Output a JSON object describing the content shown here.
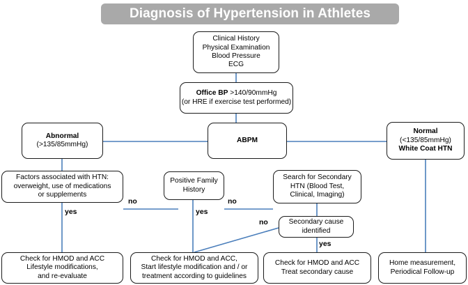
{
  "title": "Diagnosis of Hypertension in Athletes",
  "colors": {
    "banner_bg": "#a9a9a9",
    "banner_text": "#ffffff",
    "node_border": "#1a1a1a",
    "node_bg": "#ffffff",
    "connector": "#4a7ebb",
    "text": "#000000"
  },
  "nodes": {
    "initial_workup": {
      "lines": [
        {
          "text": "Clinical History",
          "bold": false
        },
        {
          "text": "Physical Examination",
          "bold": false
        },
        {
          "text": "Blood Pressure",
          "bold": false
        },
        {
          "text": "ECG",
          "bold": false
        }
      ]
    },
    "office_bp": {
      "lines": [
        {
          "text": "Office BP >140/90mmHg",
          "bold": false
        },
        {
          "text": "(or HRE if exercise test performed)",
          "bold": false
        }
      ],
      "line1_bold_prefix": "Office BP",
      "line1_rest": " >140/90mmHg"
    },
    "abnormal": {
      "lines": [
        {
          "text": "Abnormal",
          "bold": true
        },
        {
          "text": "(>135/85mmHg)",
          "bold": false
        }
      ]
    },
    "abpm": {
      "lines": [
        {
          "text": "ABPM",
          "bold": true
        }
      ]
    },
    "normal": {
      "lines": [
        {
          "text": "Normal",
          "bold": true
        },
        {
          "text": "(<135/85mmHg)",
          "bold": false
        },
        {
          "text": "White Coat HTN",
          "bold": true
        }
      ]
    },
    "factors_htn": {
      "lines": [
        {
          "text": "Factors associated with HTN:",
          "bold": false
        },
        {
          "text": "overweight, use of medications",
          "bold": false
        },
        {
          "text": "or supplements",
          "bold": false
        }
      ]
    },
    "family_history": {
      "lines": [
        {
          "text": "Positive Family",
          "bold": false
        },
        {
          "text": "History",
          "bold": false
        }
      ]
    },
    "secondary_search": {
      "lines": [
        {
          "text": "Search for Secondary",
          "bold": false
        },
        {
          "text": "HTN (Blood Test,",
          "bold": false
        },
        {
          "text": "Clinical, Imaging)",
          "bold": false
        }
      ]
    },
    "secondary_identified": {
      "lines": [
        {
          "text": "Secondary cause",
          "bold": false
        },
        {
          "text": "identified",
          "bold": false
        }
      ]
    },
    "outcome_lifestyle": {
      "lines": [
        {
          "text": "Check for HMOD and ACC",
          "bold": false
        },
        {
          "text": "Lifestyle modifications,",
          "bold": false
        },
        {
          "text": "and re-evaluate",
          "bold": false
        }
      ]
    },
    "outcome_guidelines": {
      "lines": [
        {
          "text": "Check for HMOD and ACC,",
          "bold": false
        },
        {
          "text": "Start lifestyle modification and / or",
          "bold": false
        },
        {
          "text": "treatment according to guidelines",
          "bold": false
        }
      ]
    },
    "outcome_treat_secondary": {
      "lines": [
        {
          "text": "Check for HMOD and ACC",
          "bold": false
        },
        {
          "text": "Treat secondary cause",
          "bold": false
        }
      ]
    },
    "outcome_home": {
      "lines": [
        {
          "text": "Home measurement,",
          "bold": false
        },
        {
          "text": "Periodical Follow-up",
          "bold": false
        }
      ]
    }
  },
  "edge_labels": {
    "factors_no": "no",
    "factors_yes": "yes",
    "family_no": "no",
    "family_yes": "yes",
    "secondary_no": "no",
    "secondary_yes": "yes"
  }
}
